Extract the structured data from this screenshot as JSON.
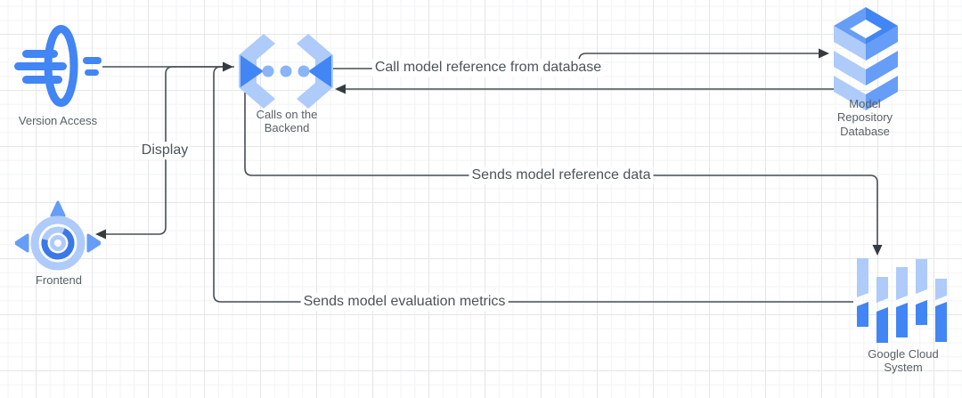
{
  "palette": {
    "blue_core": "#4285F4",
    "blue_medium": "#669DF6",
    "blue_light": "#AECBFA",
    "blue_dark": "#3B78E8",
    "connector": "#474e54",
    "node_label_text": "#5a6067",
    "edge_label_text": "#4c5358",
    "grid_minor": "#f2f3f4",
    "grid_major": "#e4e6e8",
    "background": "#ffffff"
  },
  "nodes": {
    "version_access": {
      "label": "Version Access",
      "icon": "version-access-icon"
    },
    "backend": {
      "label": "Calls on the Backend",
      "icon": "cloud-api-brackets-icon"
    },
    "model_repository_database": {
      "label": "Model Repository Database",
      "icon": "database-stack-icon"
    },
    "frontend": {
      "label": "Frontend",
      "icon": "frontend-gauge-icon"
    },
    "google_cloud_system": {
      "label": "Google Cloud System",
      "icon": "dataflow-bars-icon"
    }
  },
  "edges": {
    "version_to_backend": {
      "label": "",
      "from": "Version Access",
      "to": "Calls on the Backend"
    },
    "call_model_reference": {
      "label": "Call model reference from database",
      "from": "Calls on the Backend",
      "to": "Model Repository Database"
    },
    "database_to_backend": {
      "label": "",
      "from": "Model Repository Database",
      "to": "Calls on the Backend"
    },
    "display": {
      "label": "Display",
      "from": "Calls on the Backend",
      "to": "Frontend"
    },
    "sends_model_reference_data": {
      "label": "Sends model reference data",
      "from": "Calls on the Backend",
      "to": "Google Cloud System"
    },
    "sends_model_evaluation_metrics": {
      "label": "Sends model evaluation metrics",
      "from": "Google Cloud System",
      "to": "Calls on the Backend"
    }
  }
}
